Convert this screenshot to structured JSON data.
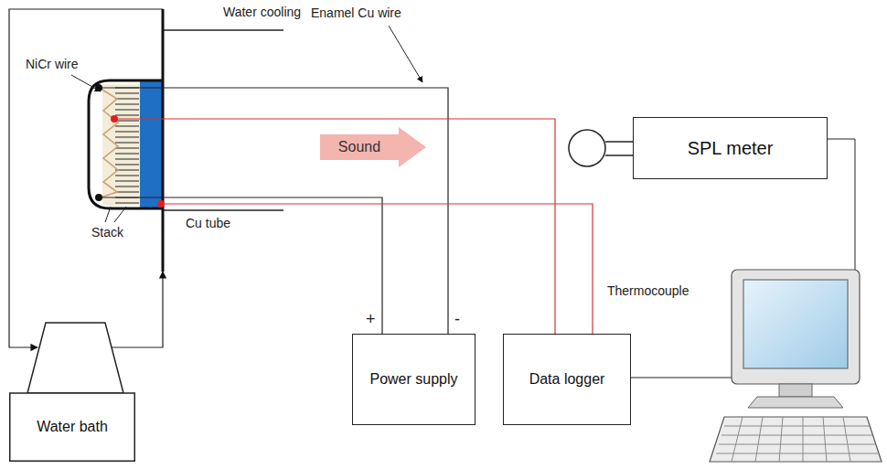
{
  "diagram": {
    "nodes": [
      {
        "text": [
          "Sound"
        ]
      },
      {
        "text": [
          "SPL meter"
        ]
      },
      {
        "text": [
          "Power supply"
        ]
      },
      {
        "text": [
          "Data logger"
        ]
      },
      {
        "text": [
          "Water bath"
        ]
      }
    ],
    "labels": [
      "NiCr wire",
      "Water cooling",
      "Enamel Cu wire",
      "Stack",
      "Cu tube",
      "+",
      "-",
      "Thermocouple"
    ]
  }
}
